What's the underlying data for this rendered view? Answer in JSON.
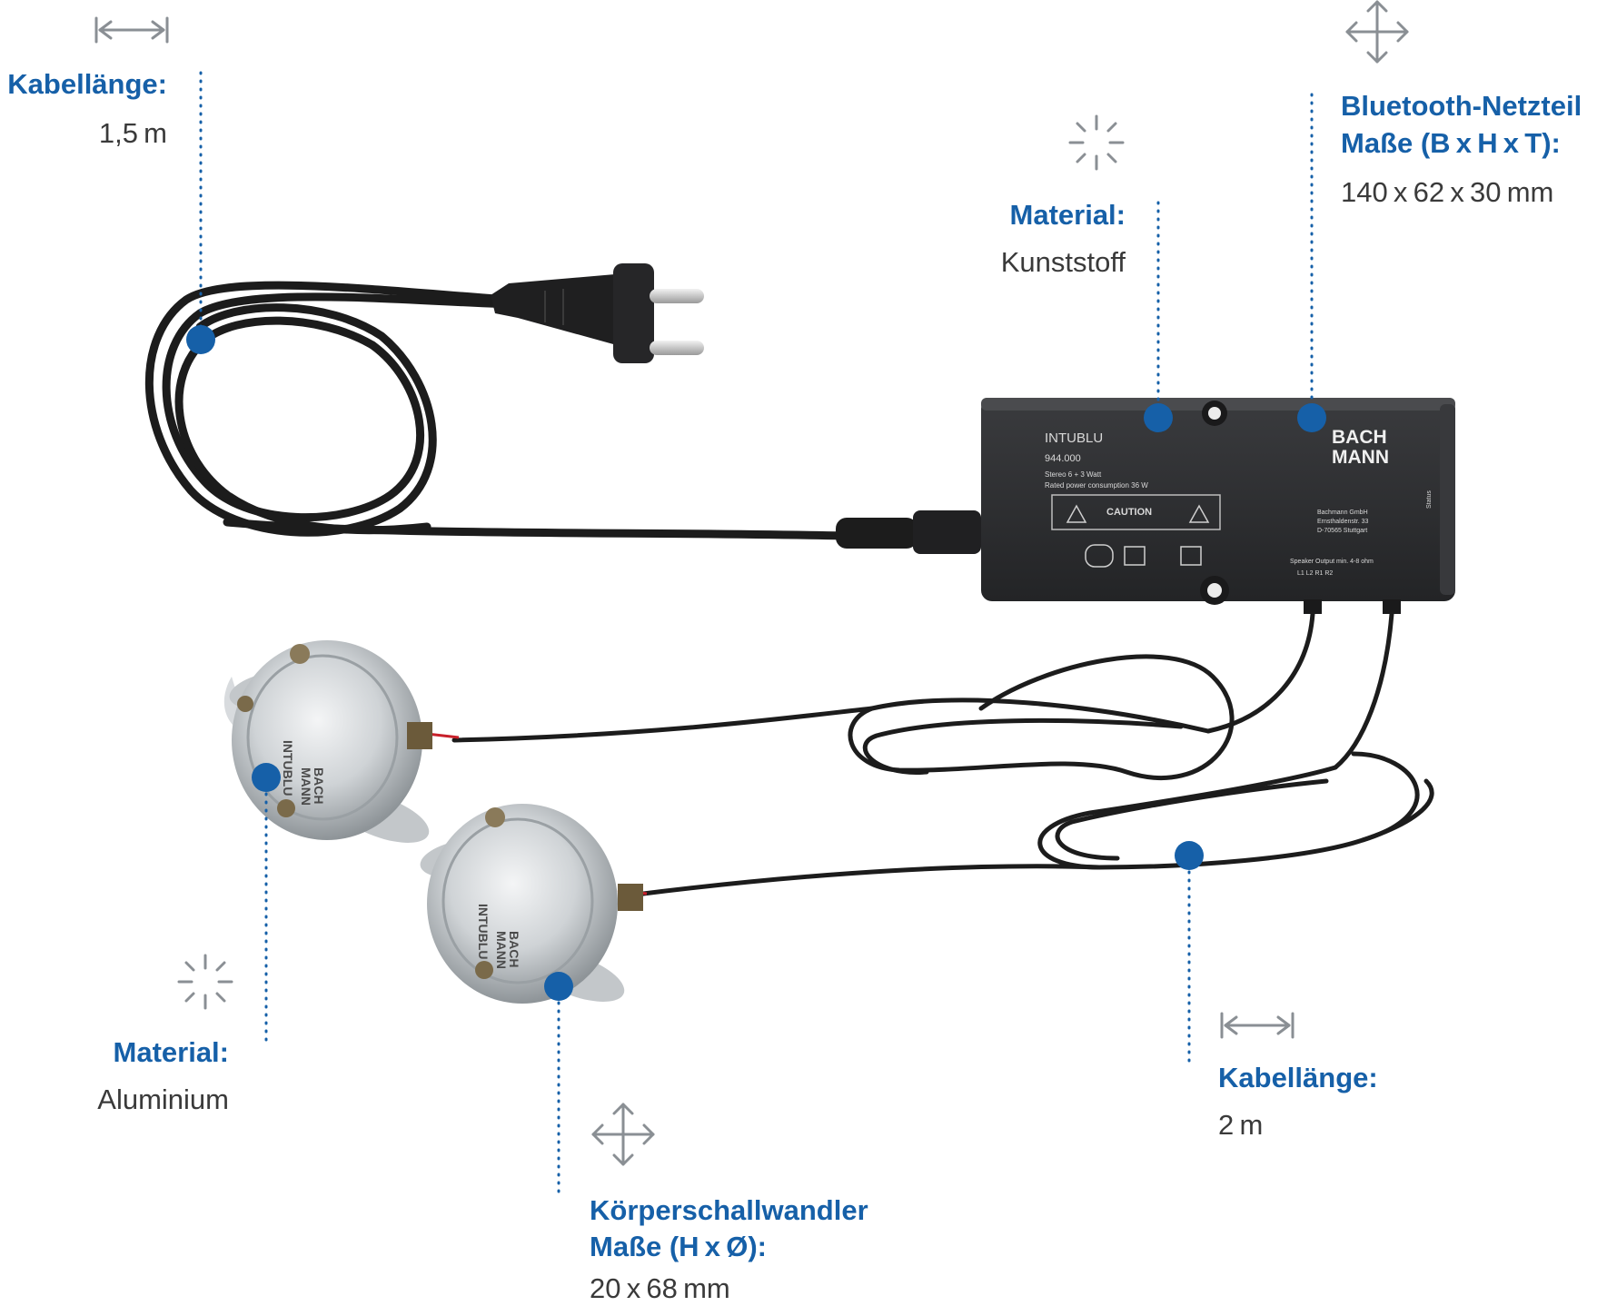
{
  "callouts": {
    "cable_length_plug": {
      "title": "Kabellänge:",
      "value": "1,5 m",
      "icon": "horizontal-dimension-arrow-icon"
    },
    "material_box": {
      "title": "Material:",
      "value": "Kunststoff",
      "icon": "sparkle-material-icon"
    },
    "bluetooth_psu": {
      "title_line1": "Bluetooth-Netzteil",
      "title_line2": "Maße (B x H x T):",
      "value": "140 x 62 x 30 mm",
      "icon": "four-way-move-arrow-icon"
    },
    "material_transducer": {
      "title": "Material:",
      "value": "Aluminium",
      "icon": "sparkle-material-icon"
    },
    "transducer": {
      "title_line1": "Körperschallwandler",
      "title_line2": "Maße (H x Ø):",
      "value": "20 x 68 mm",
      "icon": "four-way-move-arrow-icon"
    },
    "cable_length_speaker": {
      "title": "Kabellänge:",
      "value": "2 m",
      "icon": "horizontal-dimension-arrow-icon"
    }
  },
  "product": {
    "box_brand": "INTUBLU",
    "box_model": "944.000",
    "box_spec_1": "Stereo 6 + 3 Watt",
    "box_spec_2": "Rated power consumption 36 W",
    "box_logo_1": "BACH",
    "box_logo_2": "MANN",
    "box_caution": "CAUTION",
    "box_address_1": "Bachmann GmbH",
    "box_address_2": "Ernsthaldenstr. 33",
    "box_address_3": "D-70565 Stuttgart",
    "box_output": "Speaker Output min. 4-8 ohm",
    "box_ports": "L1   L2   R1   R2",
    "box_status": "Status",
    "transducer_brand": "INTUBLU",
    "transducer_logo_1": "BACH",
    "transducer_logo_2": "MANN"
  },
  "colors": {
    "accent": "#1660a8",
    "value_text": "#3a3a3a",
    "icon_gray": "#8a8f94",
    "cable": "#1c1c1c",
    "box_body": "#2c2d2f"
  }
}
